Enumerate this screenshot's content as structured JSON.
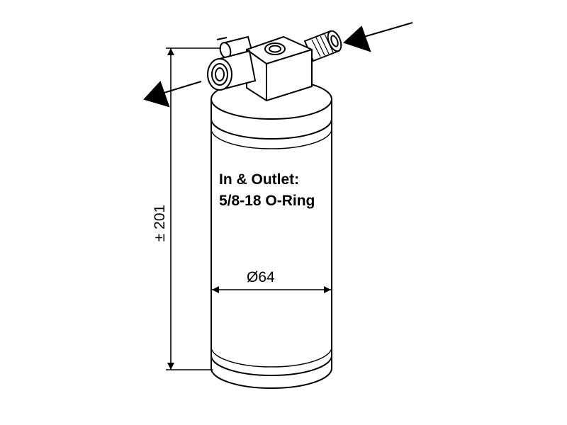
{
  "labels": {
    "connection_line1": "In & Outlet:",
    "connection_line2": "5/8-18 O-Ring",
    "diameter": "Ø64",
    "height": "± 201"
  }
}
